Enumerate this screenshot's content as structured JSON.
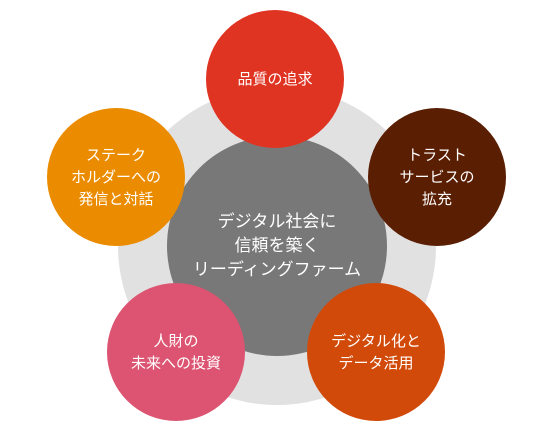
{
  "center": {
    "lines": [
      "デジタル社会に",
      "信頼を築く",
      "リーディングファーム"
    ],
    "color": "#787878"
  },
  "ring": {
    "color": "#e1e1e1"
  },
  "pillars": [
    {
      "id": "quality",
      "lines": [
        "品質の追求"
      ],
      "color": "#e03423"
    },
    {
      "id": "trust-services",
      "lines": [
        "トラスト",
        "サービスの",
        "拡充"
      ],
      "color": "#5a1e03"
    },
    {
      "id": "digitalization",
      "lines": [
        "デジタル化と",
        "データ活用"
      ],
      "color": "#d24a0a"
    },
    {
      "id": "human-capital",
      "lines": [
        "人財の",
        "未来への投資"
      ],
      "color": "#dc5471"
    },
    {
      "id": "stakeholder-dialogue",
      "lines": [
        "ステーク",
        "ホルダーへの",
        "発信と対話"
      ],
      "color": "#eb8c00"
    }
  ]
}
